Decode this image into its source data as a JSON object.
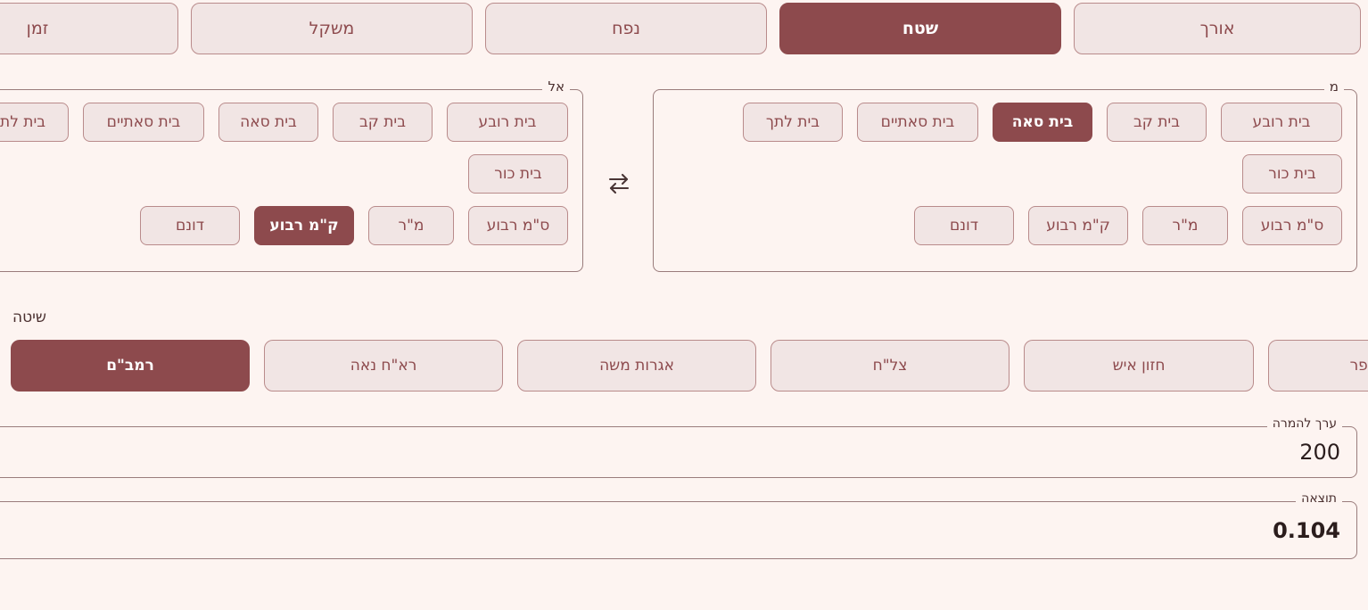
{
  "categories": {
    "items": [
      {
        "label": "אורך",
        "selected": false
      },
      {
        "label": "שטח",
        "selected": true
      },
      {
        "label": "נפח",
        "selected": false
      },
      {
        "label": "משקל",
        "selected": false
      },
      {
        "label": "זמן",
        "selected": false
      }
    ]
  },
  "from": {
    "legend": "מ",
    "row1": [
      {
        "label": "בית רובע",
        "selected": false
      },
      {
        "label": "בית קב",
        "selected": false
      },
      {
        "label": "בית סאה",
        "selected": true
      },
      {
        "label": "בית סאתיים",
        "selected": false
      },
      {
        "label": "בית לתך",
        "selected": false
      }
    ],
    "row2": [
      {
        "label": "בית כור",
        "selected": false
      }
    ],
    "row3": [
      {
        "label": "ס\"מ רבוע",
        "selected": false
      },
      {
        "label": "מ\"ר",
        "selected": false
      },
      {
        "label": "ק\"מ רבוע",
        "selected": false
      },
      {
        "label": "דונם",
        "selected": false
      }
    ]
  },
  "to": {
    "legend": "אל",
    "row1": [
      {
        "label": "בית רובע",
        "selected": false
      },
      {
        "label": "בית קב",
        "selected": false
      },
      {
        "label": "בית סאה",
        "selected": false
      },
      {
        "label": "בית סאתיים",
        "selected": false
      },
      {
        "label": "בית לתך",
        "selected": false
      }
    ],
    "row2": [
      {
        "label": "בית כור",
        "selected": false
      }
    ],
    "row3": [
      {
        "label": "ס\"מ רבוע",
        "selected": false
      },
      {
        "label": "מ\"ר",
        "selected": false
      },
      {
        "label": "ק\"מ רבוע",
        "selected": true
      },
      {
        "label": "דונם",
        "selected": false
      }
    ]
  },
  "swap": {
    "icon": "swap-arrows-icon"
  },
  "method": {
    "label": "שיטה",
    "items": [
      {
        "label": "רמב\"ם",
        "selected": true
      },
      {
        "label": "רא\"ח נאה",
        "selected": false
      },
      {
        "label": "אגרות משה",
        "selected": false
      },
      {
        "label": "צל\"ח",
        "selected": false
      },
      {
        "label": "חזון איש",
        "selected": false
      },
      {
        "label": "חתם סופר",
        "selected": false
      }
    ]
  },
  "input_field": {
    "legend": "ערך להמרה",
    "value": "200",
    "placeholder": ""
  },
  "result_field": {
    "legend": "תוצאה",
    "value": "0.104"
  },
  "colors": {
    "background": "#fdf4f1",
    "accent": "#8d4a4d",
    "button_fill": "#f1e5e4",
    "button_border": "#b98b8b",
    "outline": "#9a7c7c"
  }
}
